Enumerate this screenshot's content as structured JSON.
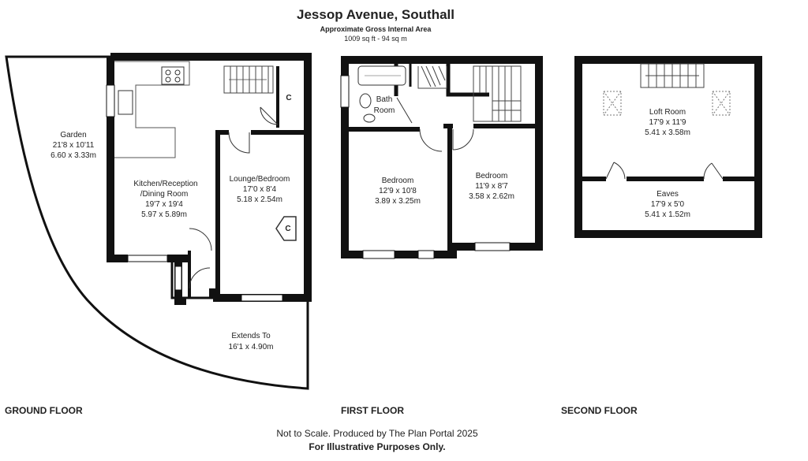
{
  "header": {
    "title": "Jessop Avenue, Southall",
    "subtitle": "Approximate Gross Internal Area",
    "area": "1009 sq ft - 94 sq m"
  },
  "floors": {
    "ground": "GROUND FLOOR",
    "first": "FIRST FLOOR",
    "second": "SECOND FLOOR"
  },
  "rooms": {
    "garden": {
      "name": "Garden",
      "imperial": "21'8 x 10'11",
      "metric": "6.60 x 3.33m"
    },
    "kitchen": {
      "name": "Kitchen/Reception",
      "name2": "/Dining Room",
      "imperial": "19'7 x 19'4",
      "metric": "5.97 x 5.89m"
    },
    "lounge": {
      "name": "Lounge/Bedroom",
      "imperial": "17'0 x 8'4",
      "metric": "5.18 x 2.54m"
    },
    "extends": {
      "name": "Extends To",
      "metric": "16'1 x 4.90m"
    },
    "bath": {
      "name": "Bath",
      "name2": "Room"
    },
    "bedroom1": {
      "name": "Bedroom",
      "imperial": "12'9 x 10'8",
      "metric": "3.89 x 3.25m"
    },
    "bedroom2": {
      "name": "Bedroom",
      "imperial": "11'9 x 8'7",
      "metric": "3.58 x 2.62m"
    },
    "loft": {
      "name": "Loft Room",
      "imperial": "17'9 x 11'9",
      "metric": "5.41 x 3.58m"
    },
    "eaves": {
      "name": "Eaves",
      "imperial": "17'9 x 5'0",
      "metric": "5.41 x 1.52m"
    }
  },
  "cupboard_label": "C",
  "footer": {
    "note": "Not to Scale. Produced by The Plan Portal 2025",
    "disclaimer": "For Illustrative Purposes Only."
  }
}
